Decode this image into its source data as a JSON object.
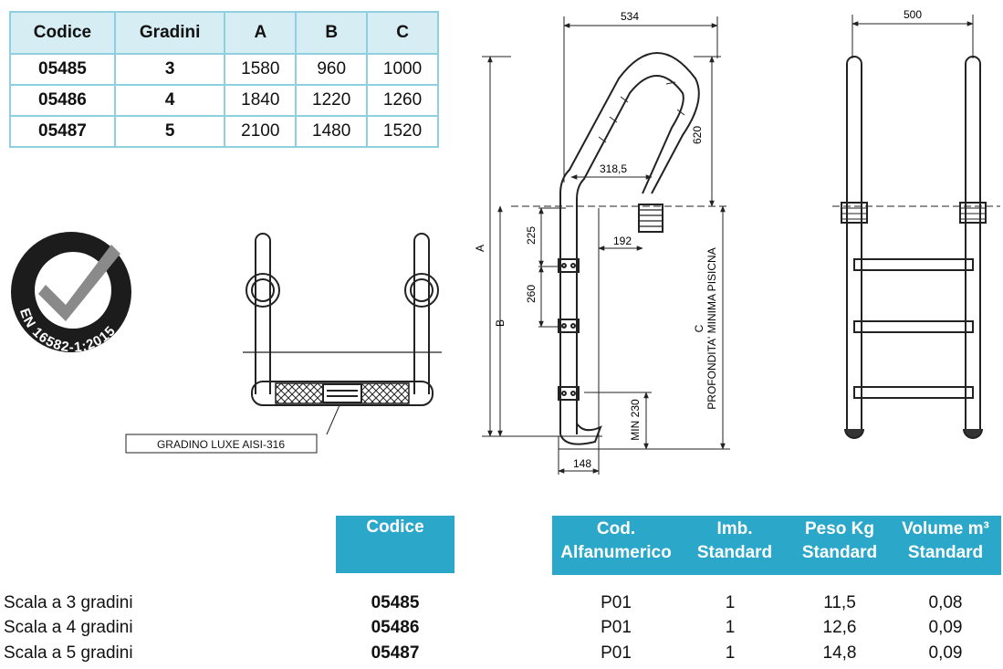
{
  "spec_table": {
    "headers": [
      "Codice",
      "Gradini",
      "A",
      "B",
      "C"
    ],
    "rows": [
      [
        "05485",
        "3",
        "1580",
        "960",
        "1000"
      ],
      [
        "05486",
        "4",
        "1840",
        "1220",
        "1260"
      ],
      [
        "05487",
        "5",
        "2100",
        "1480",
        "1520"
      ]
    ]
  },
  "badge": {
    "text": "EN 16582-1:2015"
  },
  "front_view": {
    "callout": "GRADINO LUXE AISI-316"
  },
  "side_view": {
    "dim_width": "534",
    "dim_height": "620",
    "dim_anchor": "318,5",
    "dim_offset": "192",
    "dim_step_top": "225",
    "dim_step": "260",
    "dim_min": "MIN 230",
    "dim_base": "148",
    "label_a": "A",
    "label_b": "B",
    "label_c": "C",
    "depth_label": "PROFONDITA' MINIMA PISICNA"
  },
  "rear_view": {
    "dim_width": "500"
  },
  "bottom_table": {
    "headers": [
      {
        "line1": "Codice",
        "line2": ""
      },
      {
        "line1": "Cod.",
        "line2": "Alfanumerico"
      },
      {
        "line1": "Imb.",
        "line2": "Standard"
      },
      {
        "line1": "Peso Kg",
        "line2": "Standard"
      },
      {
        "line1": "Volume m³",
        "line2": "Standard"
      }
    ],
    "rows": [
      {
        "desc": "Scala a 3 gradini",
        "code": "05485",
        "alpha": "P01",
        "imb": "1",
        "weight": "11,5",
        "volume": "0,08"
      },
      {
        "desc": "Scala a 4 gradini",
        "code": "05486",
        "alpha": "P01",
        "imb": "1",
        "weight": "12,6",
        "volume": "0,09"
      },
      {
        "desc": "Scala a 5 gradini",
        "code": "05487",
        "alpha": "P01",
        "imb": "1",
        "weight": "14,8",
        "volume": "0,09"
      }
    ]
  },
  "colors": {
    "header_blue": "#2aa7c9",
    "table_border": "#8fd0e0",
    "table_header_bg": "#d6edf4"
  }
}
